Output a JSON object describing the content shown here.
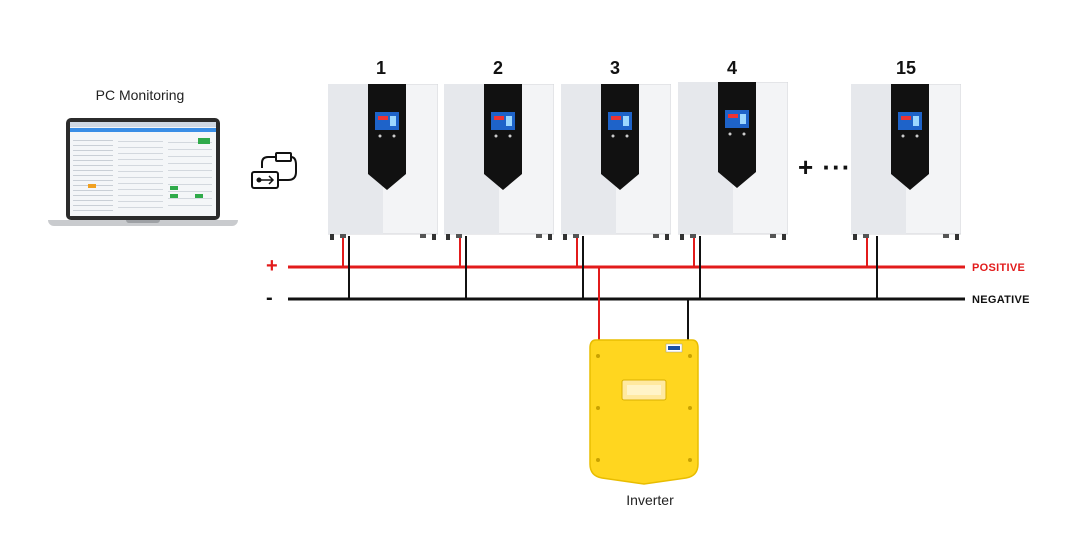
{
  "pc": {
    "label": "PC Monitoring"
  },
  "batteries": [
    {
      "number": "1"
    },
    {
      "number": "2"
    },
    {
      "number": "3"
    },
    {
      "number": "4"
    },
    {
      "number": "15"
    }
  ],
  "more_marker": "+ ···",
  "bus": {
    "positive_sign": "+",
    "negative_sign": "-",
    "positive_label": "POSITIVE",
    "negative_label": "NEGATIVE",
    "positive_color": "#e21b1b",
    "negative_color": "#111111"
  },
  "inverter": {
    "label": "Inverter",
    "color": "#ffd61f"
  }
}
